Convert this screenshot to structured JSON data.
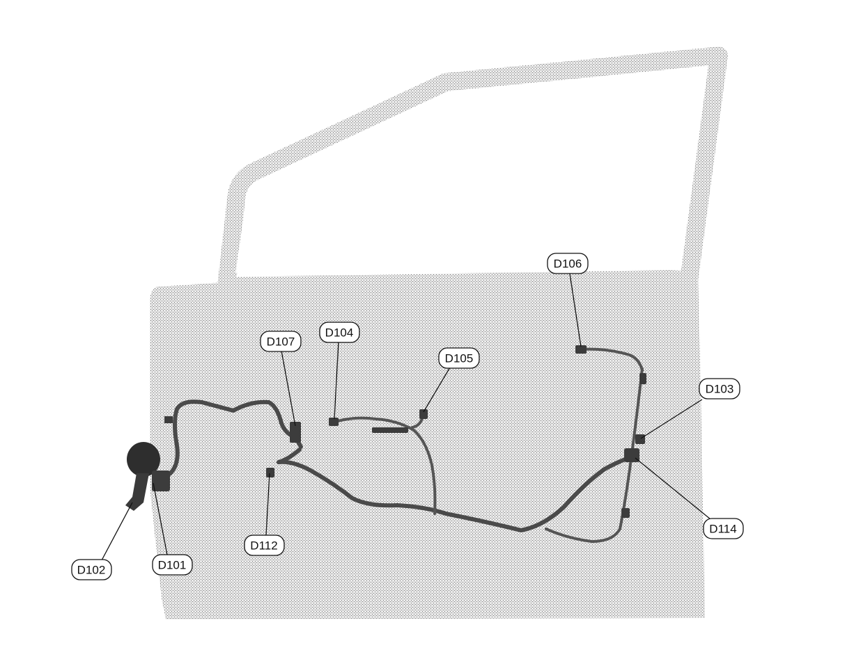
{
  "callouts": [
    {
      "label": "D106"
    },
    {
      "label": "D107"
    },
    {
      "label": "D104"
    },
    {
      "label": "D105"
    },
    {
      "label": "D103"
    },
    {
      "label": "D114"
    },
    {
      "label": "D112"
    },
    {
      "label": "D101"
    },
    {
      "label": "D102"
    }
  ]
}
